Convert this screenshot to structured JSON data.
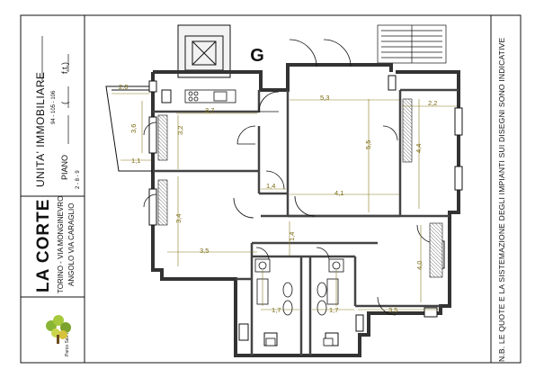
{
  "title_block": {
    "project_name": "LA CORTE",
    "address_line1": "TORINO - VIA MONGINEVRO",
    "address_line2": "ANGOLO VIA CARAGLIO",
    "unit_label": "UNITA' IMMOBILIARE",
    "unit_codes": "94 - 105 - 106",
    "floor_label": "PIANO",
    "floor_values": "2 - 8 - 9",
    "ft_label": "f.t.)",
    "paren_open": "(",
    "logo_caption": "Parco San Paolo"
  },
  "disclaimer": "N.B. LE QUOTE E LA SISTEMAZIONE DEGLI IMPIANTI SUI DISEGNI SONO INDICATIVE",
  "plan": {
    "garden_letter": "G",
    "dimensions": [
      "2,0",
      "3,7",
      "5,3",
      "2,2",
      "3,6",
      "3,2",
      "5,5",
      "4,4",
      "1,1",
      "1,4",
      "4,1",
      "3,4",
      "1,4",
      "3,5",
      "4,0",
      "1,7",
      "3,5",
      "1,7"
    ]
  },
  "colors": {
    "line": "#111111",
    "dimension": "#7a6a10",
    "wall": "#555555",
    "grid": "#d8d8d8"
  }
}
